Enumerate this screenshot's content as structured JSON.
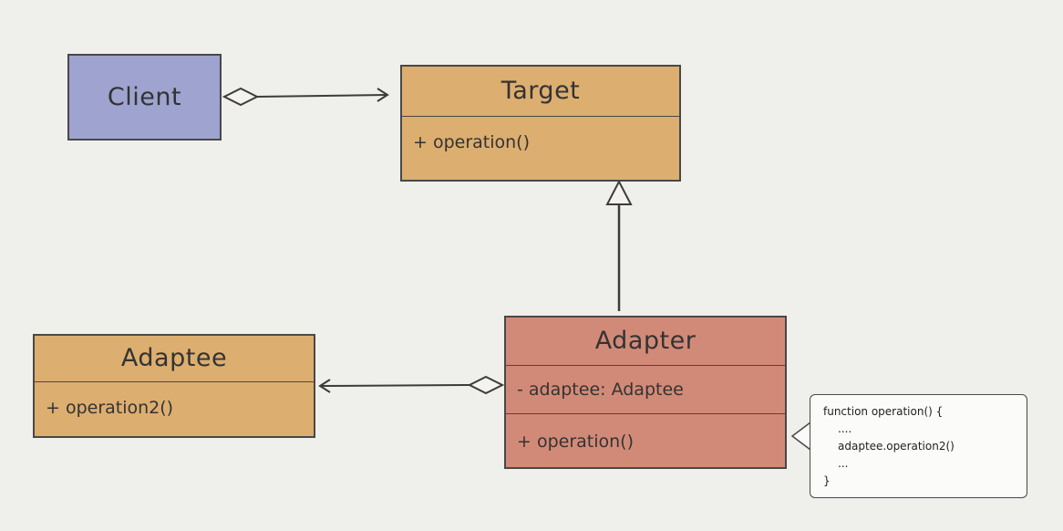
{
  "diagram": {
    "client": {
      "name": "Client"
    },
    "target": {
      "name": "Target",
      "methods": [
        "+ operation()"
      ]
    },
    "adapter": {
      "name": "Adapter",
      "attributes": [
        "- adaptee: Adaptee"
      ],
      "methods": [
        "+ operation()"
      ]
    },
    "adaptee": {
      "name": "Adaptee",
      "methods": [
        "+ operation2()"
      ]
    },
    "note": {
      "lines": [
        "function operation() {",
        "....",
        "adaptee.operation2()",
        "...",
        "}"
      ]
    }
  }
}
